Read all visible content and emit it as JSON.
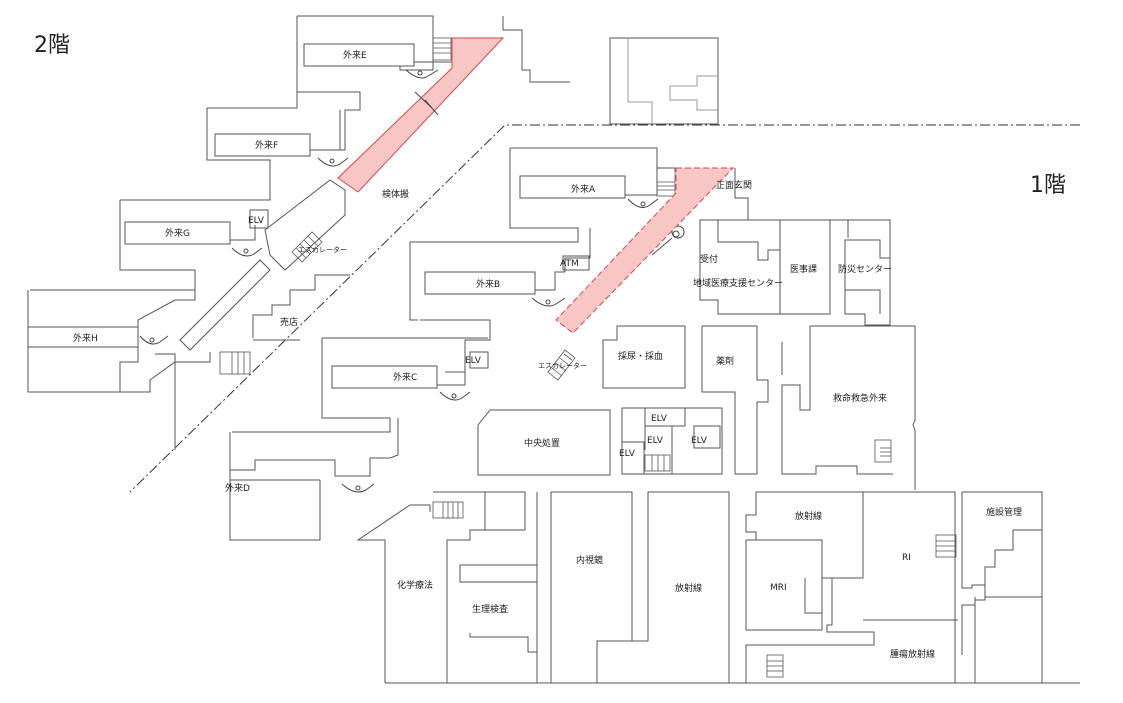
{
  "floors": {
    "upper": "2階",
    "lower": "1階"
  },
  "accent_color": "#f9c6c6",
  "accent_border": "#d04a4a",
  "rooms_2f": {
    "outpatient_e": "外来E",
    "outpatient_f": "外来F",
    "outpatient_g": "外来G",
    "outpatient_h": "外来H",
    "elv": "ELV",
    "escalator": "エスカレーター",
    "shop": "売店",
    "specimen": "検体搬"
  },
  "rooms_1f": {
    "outpatient_a": "外来A",
    "outpatient_b": "外来B",
    "outpatient_c": "外来C",
    "outpatient_d": "外来D",
    "atm": "ATM",
    "main_entrance": "正面玄関",
    "reception": "受付",
    "regional_center": "地域医療支援センター",
    "medical_affairs": "医事課",
    "disaster_center": "防災センター",
    "urine_blood": "採尿・採血",
    "pharmacy": "薬剤",
    "emergency": "救命救急外来",
    "central_treatment": "中央処置",
    "elv_c": "ELV",
    "elv_1": "ELV",
    "elv_2": "ELV",
    "elv_3": "ELV",
    "elv_4": "ELV",
    "escalator": "エスカレーター",
    "chemo": "化学療法",
    "physiology": "生理検査",
    "endoscopy": "内視鏡",
    "radiology_1": "放射線",
    "radiology_2": "放射線",
    "mri": "MRI",
    "ri": "RI",
    "facility_mgmt": "施設管理",
    "radiation_oncology": "腫瘍放射線"
  }
}
